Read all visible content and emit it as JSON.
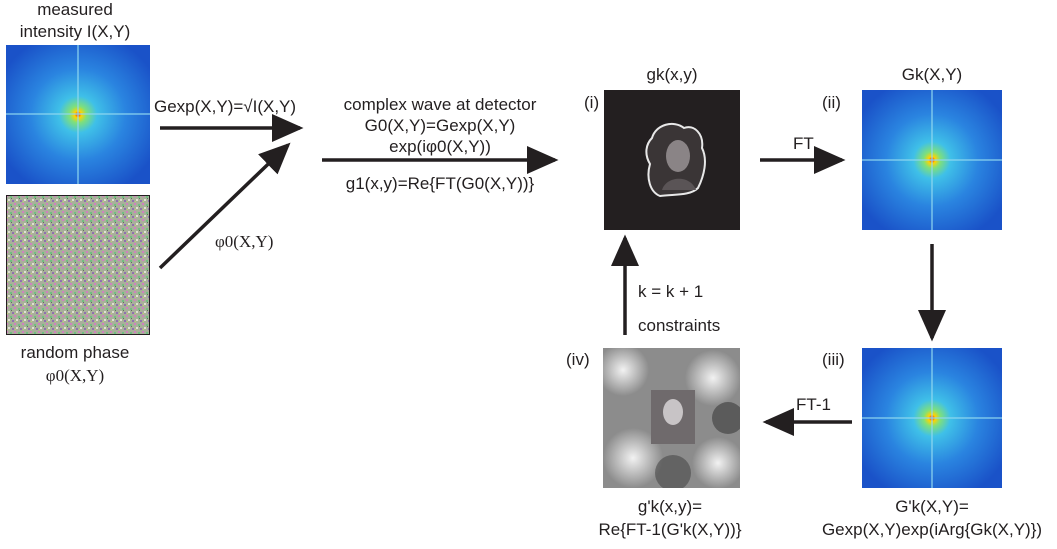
{
  "left": {
    "measured_line1": "measured",
    "measured_line2": "intensity I(X,Y)",
    "gexp_label": "Gexp(X,Y)=√I(X,Y)",
    "phi0_label": "φ0(X,Y)",
    "random_line1": "random phase",
    "random_line2": "φ0(X,Y)"
  },
  "middle": {
    "line1": "complex wave at detector",
    "line2": "G0(X,Y)=Gexp(X,Y)",
    "line3": "exp(iφ0(X,Y))",
    "line4": "g1(x,y)=Re{FT(G0(X,Y))}"
  },
  "panels": {
    "i": {
      "label": "(i)",
      "title": "gk(x,y)"
    },
    "ii": {
      "label": "(ii)",
      "title": "Gk(X,Y)"
    },
    "iii": {
      "label": "(iii)",
      "caption1": "G'k(X,Y)=",
      "caption2": "Gexp(X,Y)exp(iArg{Gk(X,Y)})"
    },
    "iv": {
      "label": "(iv)",
      "caption1": "g'k(x,y)=",
      "caption2": "Re{FT-1(G'k(X,Y))}"
    }
  },
  "arrows": {
    "ft": "FT",
    "ft_inv": "FT-1",
    "k_update": "k = k + 1",
    "constraints": "constraints"
  },
  "colors": {
    "spectrum_bg": "#1a5fd6",
    "spectrum_mid": "#35b8e8",
    "spectrum_core": "#ff2200",
    "object_bg": "#231f20",
    "arrow": "#231f20"
  }
}
